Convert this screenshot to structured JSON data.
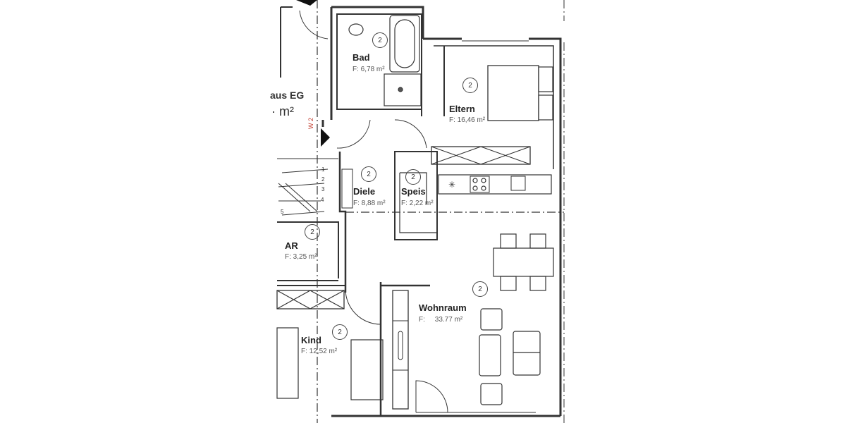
{
  "plan": {
    "neighbor_label": "aus EG",
    "neighbor_area_unit": "· m²",
    "wall_marker": "W 2",
    "rooms": [
      {
        "id": "bad",
        "name": "Bad",
        "area": "F: 6,78 m²",
        "number": "2"
      },
      {
        "id": "eltern",
        "name": "Eltern",
        "area": "F: 16,46 m²",
        "number": "2"
      },
      {
        "id": "diele",
        "name": "Diele",
        "area": "F: 8,88 m²",
        "number": "2"
      },
      {
        "id": "speis",
        "name": "Speis",
        "area": "F: 2,22 m²",
        "number": "2"
      },
      {
        "id": "ar",
        "name": "AR",
        "area": "F: 3,25 m²",
        "number": "2"
      },
      {
        "id": "wohnraum",
        "name": "Wohnraum",
        "area": "F:     33.77 m²",
        "number": "2"
      },
      {
        "id": "kind",
        "name": "Kind",
        "area": "F: 12,52 m²",
        "number": "2"
      }
    ],
    "stair_steps": [
      "1",
      "2",
      "3",
      "4",
      "5"
    ]
  }
}
